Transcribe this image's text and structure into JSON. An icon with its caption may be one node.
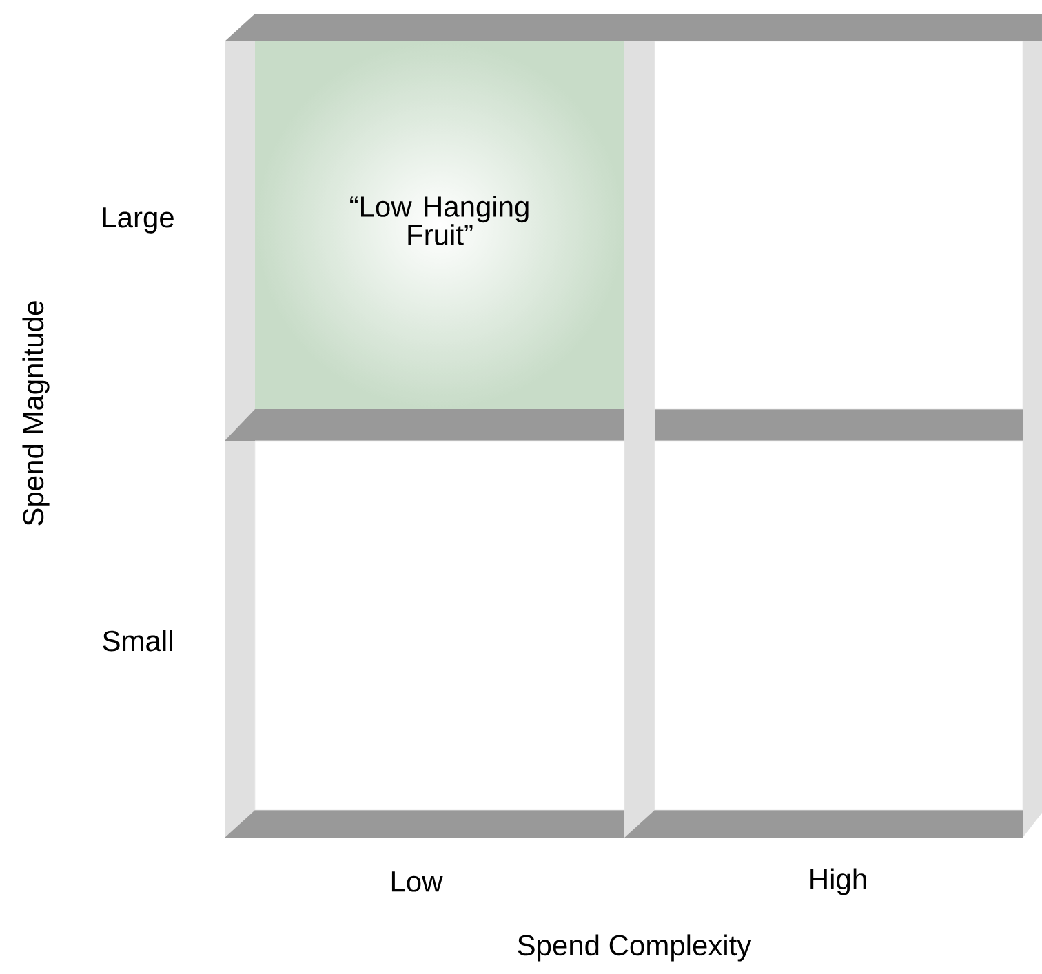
{
  "diagram": {
    "nodes": [
      {
        "text": [
          "“Low Hanging Fruit”"
        ]
      },
      {
        "text": [],
        "shape": "box"
      },
      {
        "text": [],
        "shape": "box"
      },
      {
        "text": [],
        "shape": "box"
      }
    ],
    "labels": [
      "Large",
      "Small",
      "Low",
      "High",
      "Spend Magnitude",
      "Spend Complexity"
    ]
  }
}
